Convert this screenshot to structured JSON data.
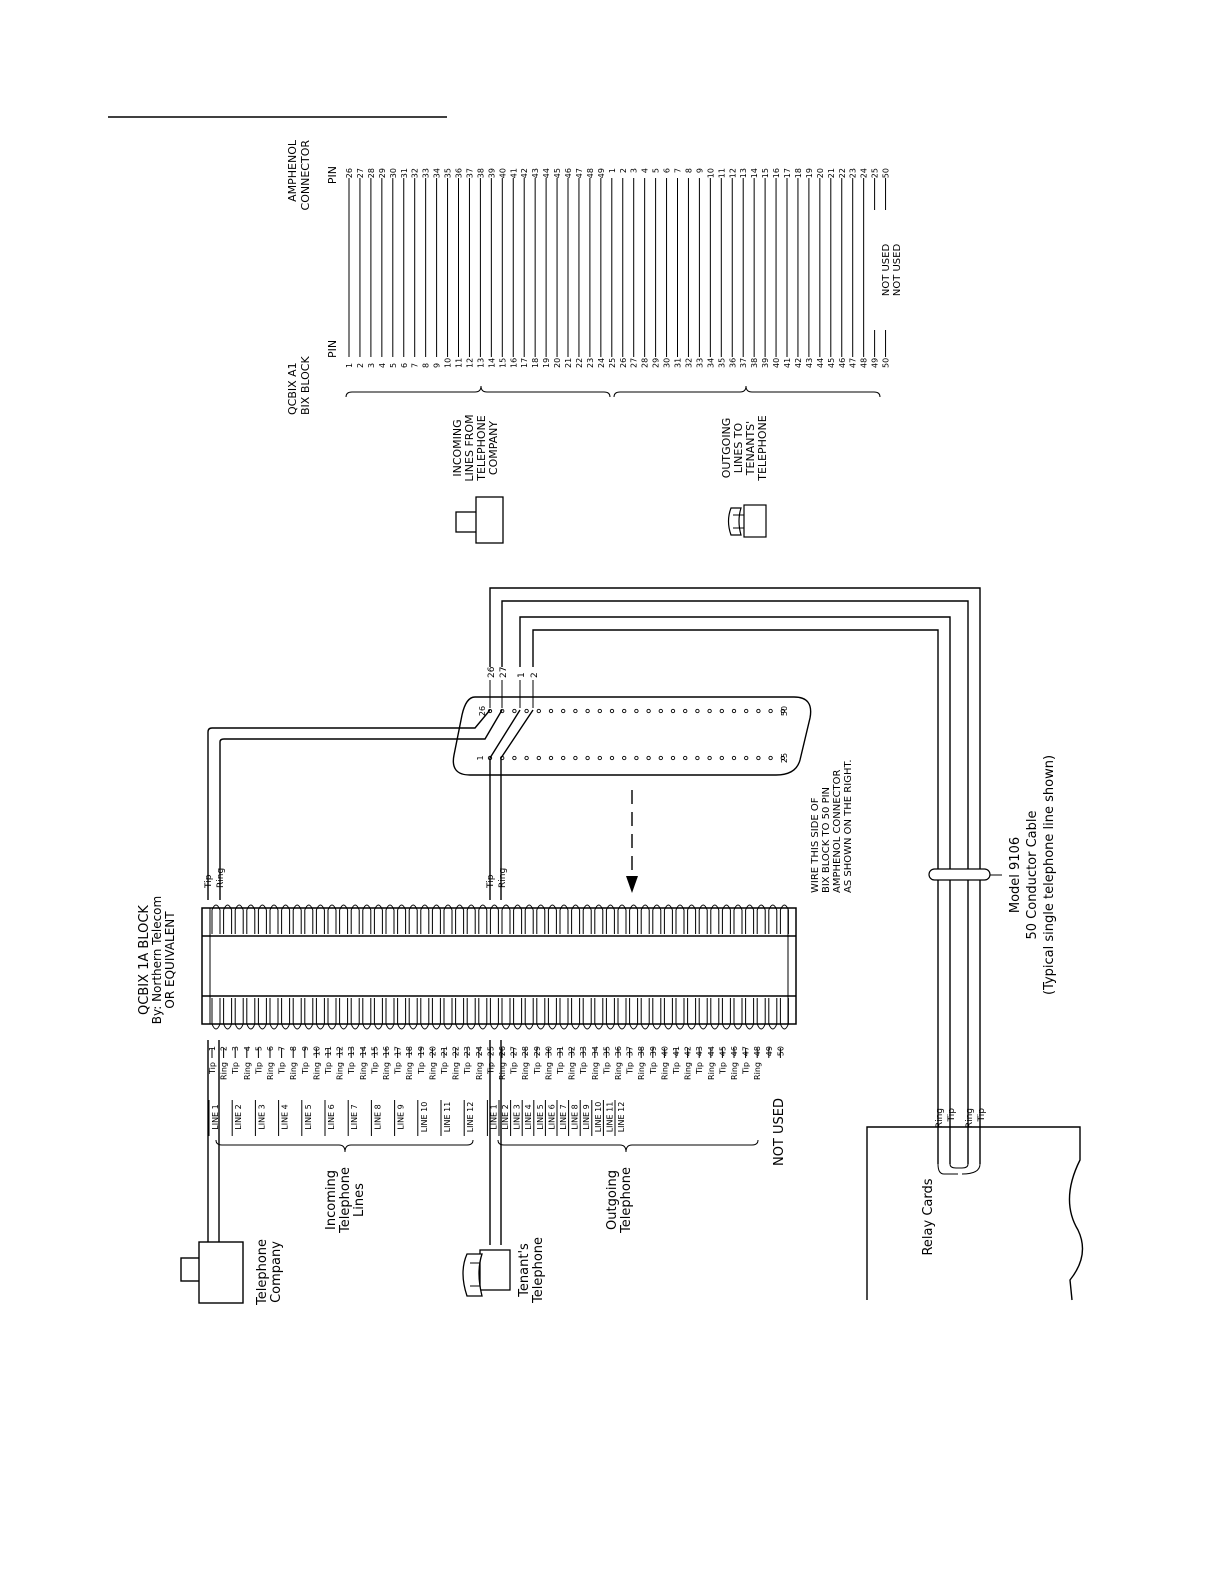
{
  "table": {
    "left_header": [
      "QCBIX A1",
      "BIX BLOCK"
    ],
    "right_header": [
      "AMPHENOL",
      "CONNECTOR"
    ],
    "pin_label": "PIN",
    "bix_pins": [
      "1",
      "2",
      "3",
      "4",
      "5",
      "6",
      "7",
      "8",
      "9",
      "10",
      "11",
      "12",
      "13",
      "14",
      "15",
      "16",
      "17",
      "18",
      "19",
      "20",
      "21",
      "22",
      "23",
      "24",
      "25",
      "26",
      "27",
      "28",
      "29",
      "30",
      "31",
      "32",
      "33",
      "34",
      "35",
      "36",
      "37",
      "38",
      "39",
      "40",
      "41",
      "42",
      "43",
      "44",
      "45",
      "46",
      "47",
      "48",
      "49",
      "50"
    ],
    "amphenol_pins": [
      "26",
      "27",
      "28",
      "29",
      "30",
      "31",
      "32",
      "33",
      "34",
      "35",
      "36",
      "37",
      "38",
      "39",
      "40",
      "41",
      "42",
      "43",
      "44",
      "45",
      "46",
      "47",
      "48",
      "49",
      "1",
      "2",
      "3",
      "4",
      "5",
      "6",
      "7",
      "8",
      "9",
      "10",
      "11",
      "12",
      "13",
      "14",
      "15",
      "16",
      "17",
      "18",
      "19",
      "20",
      "21",
      "22",
      "23",
      "24",
      "25",
      "50"
    ],
    "not_used": "NOT USED",
    "incoming_label": [
      "INCOMING",
      "LINES FROM",
      "TELEPHONE",
      "COMPANY"
    ],
    "outgoing_label": [
      "OUTGOING",
      "LINES TO",
      "TENANTS'",
      "TELEPHONE"
    ]
  },
  "block": {
    "title": "QCBIX 1A BLOCK",
    "subtitle": "By: Northern Telecom",
    "alt": "OR EQUIVALENT",
    "pins": [
      "1",
      "2",
      "3",
      "4",
      "5",
      "6",
      "7",
      "8",
      "9",
      "10",
      "11",
      "12",
      "13",
      "14",
      "15",
      "16",
      "17",
      "18",
      "19",
      "20",
      "21",
      "22",
      "23",
      "24",
      "25",
      "26",
      "27",
      "28",
      "29",
      "30",
      "31",
      "32",
      "33",
      "34",
      "35",
      "36",
      "37",
      "38",
      "39",
      "40",
      "41",
      "42",
      "43",
      "44",
      "45",
      "46",
      "47",
      "48",
      "49",
      "50"
    ],
    "pin_types": [
      "Tip",
      "Ring"
    ],
    "lines": [
      "LINE 1",
      "LINE 2",
      "LINE 3",
      "LINE 4",
      "LINE 5",
      "LINE 6",
      "LINE 7",
      "LINE 8",
      "LINE 9",
      "LINE 10",
      "LINE 11",
      "LINE 12"
    ],
    "not_used": "NOT USED",
    "top_tip": "Tip",
    "top_ring": "Ring"
  },
  "labels": {
    "incoming": [
      "Incoming",
      "Telephone",
      "Lines"
    ],
    "outgoing": [
      "Outgoing",
      "Telephone"
    ],
    "telco": [
      "Telephone",
      "Company"
    ],
    "tenant": [
      "Tenant's",
      "Telephone"
    ],
    "relay": "Relay Cards",
    "wire_note": [
      "WIRE THIS SIDE OF",
      "BIX BLOCK TO 50 PIN",
      "AMPHENOL CONNECTOR",
      "AS SHOWN ON THE RIGHT."
    ],
    "cable": [
      "Model 9106",
      "50 Conductor Cable",
      "(Typical single telephone line shown)"
    ],
    "relay_wires": [
      "Ring",
      "Tip",
      "Ring",
      "Tip"
    ]
  },
  "connector": {
    "top_pins": [
      "26",
      "27",
      "1",
      "2"
    ],
    "end_top_left": "26",
    "end_top_right": "50",
    "end_bottom_left": "1",
    "end_bottom_right": "25"
  }
}
